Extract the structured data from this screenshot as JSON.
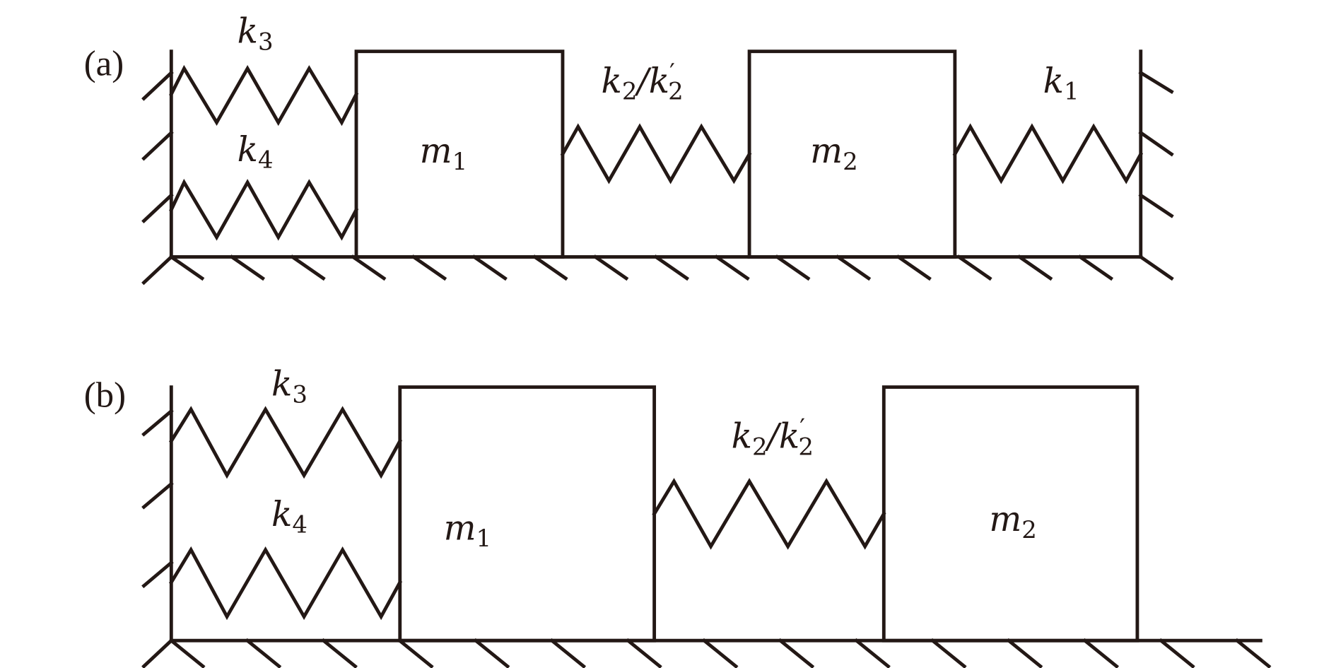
{
  "panels": {
    "a": {
      "tag": "(a)",
      "k3": {
        "base": "k",
        "sub": "3"
      },
      "k4": {
        "base": "k",
        "sub": "4"
      },
      "m1": {
        "base": "m",
        "sub": "1"
      },
      "m2": {
        "base": "m",
        "sub": "2"
      },
      "k2": {
        "base": "k",
        "sub": "2",
        "sep": "/",
        "base2": "k",
        "prime": "′",
        "sub2": "2"
      },
      "k1": {
        "base": "k",
        "sub": "1"
      }
    },
    "b": {
      "tag": "(b)",
      "k3": {
        "base": "k",
        "sub": "3"
      },
      "k4": {
        "base": "k",
        "sub": "4"
      },
      "m1": {
        "base": "m",
        "sub": "1"
      },
      "m2": {
        "base": "m",
        "sub": "2"
      },
      "k2": {
        "base": "k",
        "sub": "2",
        "sep": "/",
        "base2": "k",
        "prime": "′",
        "sub2": "2"
      }
    }
  },
  "colors": {
    "ink": "#231815",
    "background": "#ffffff"
  }
}
